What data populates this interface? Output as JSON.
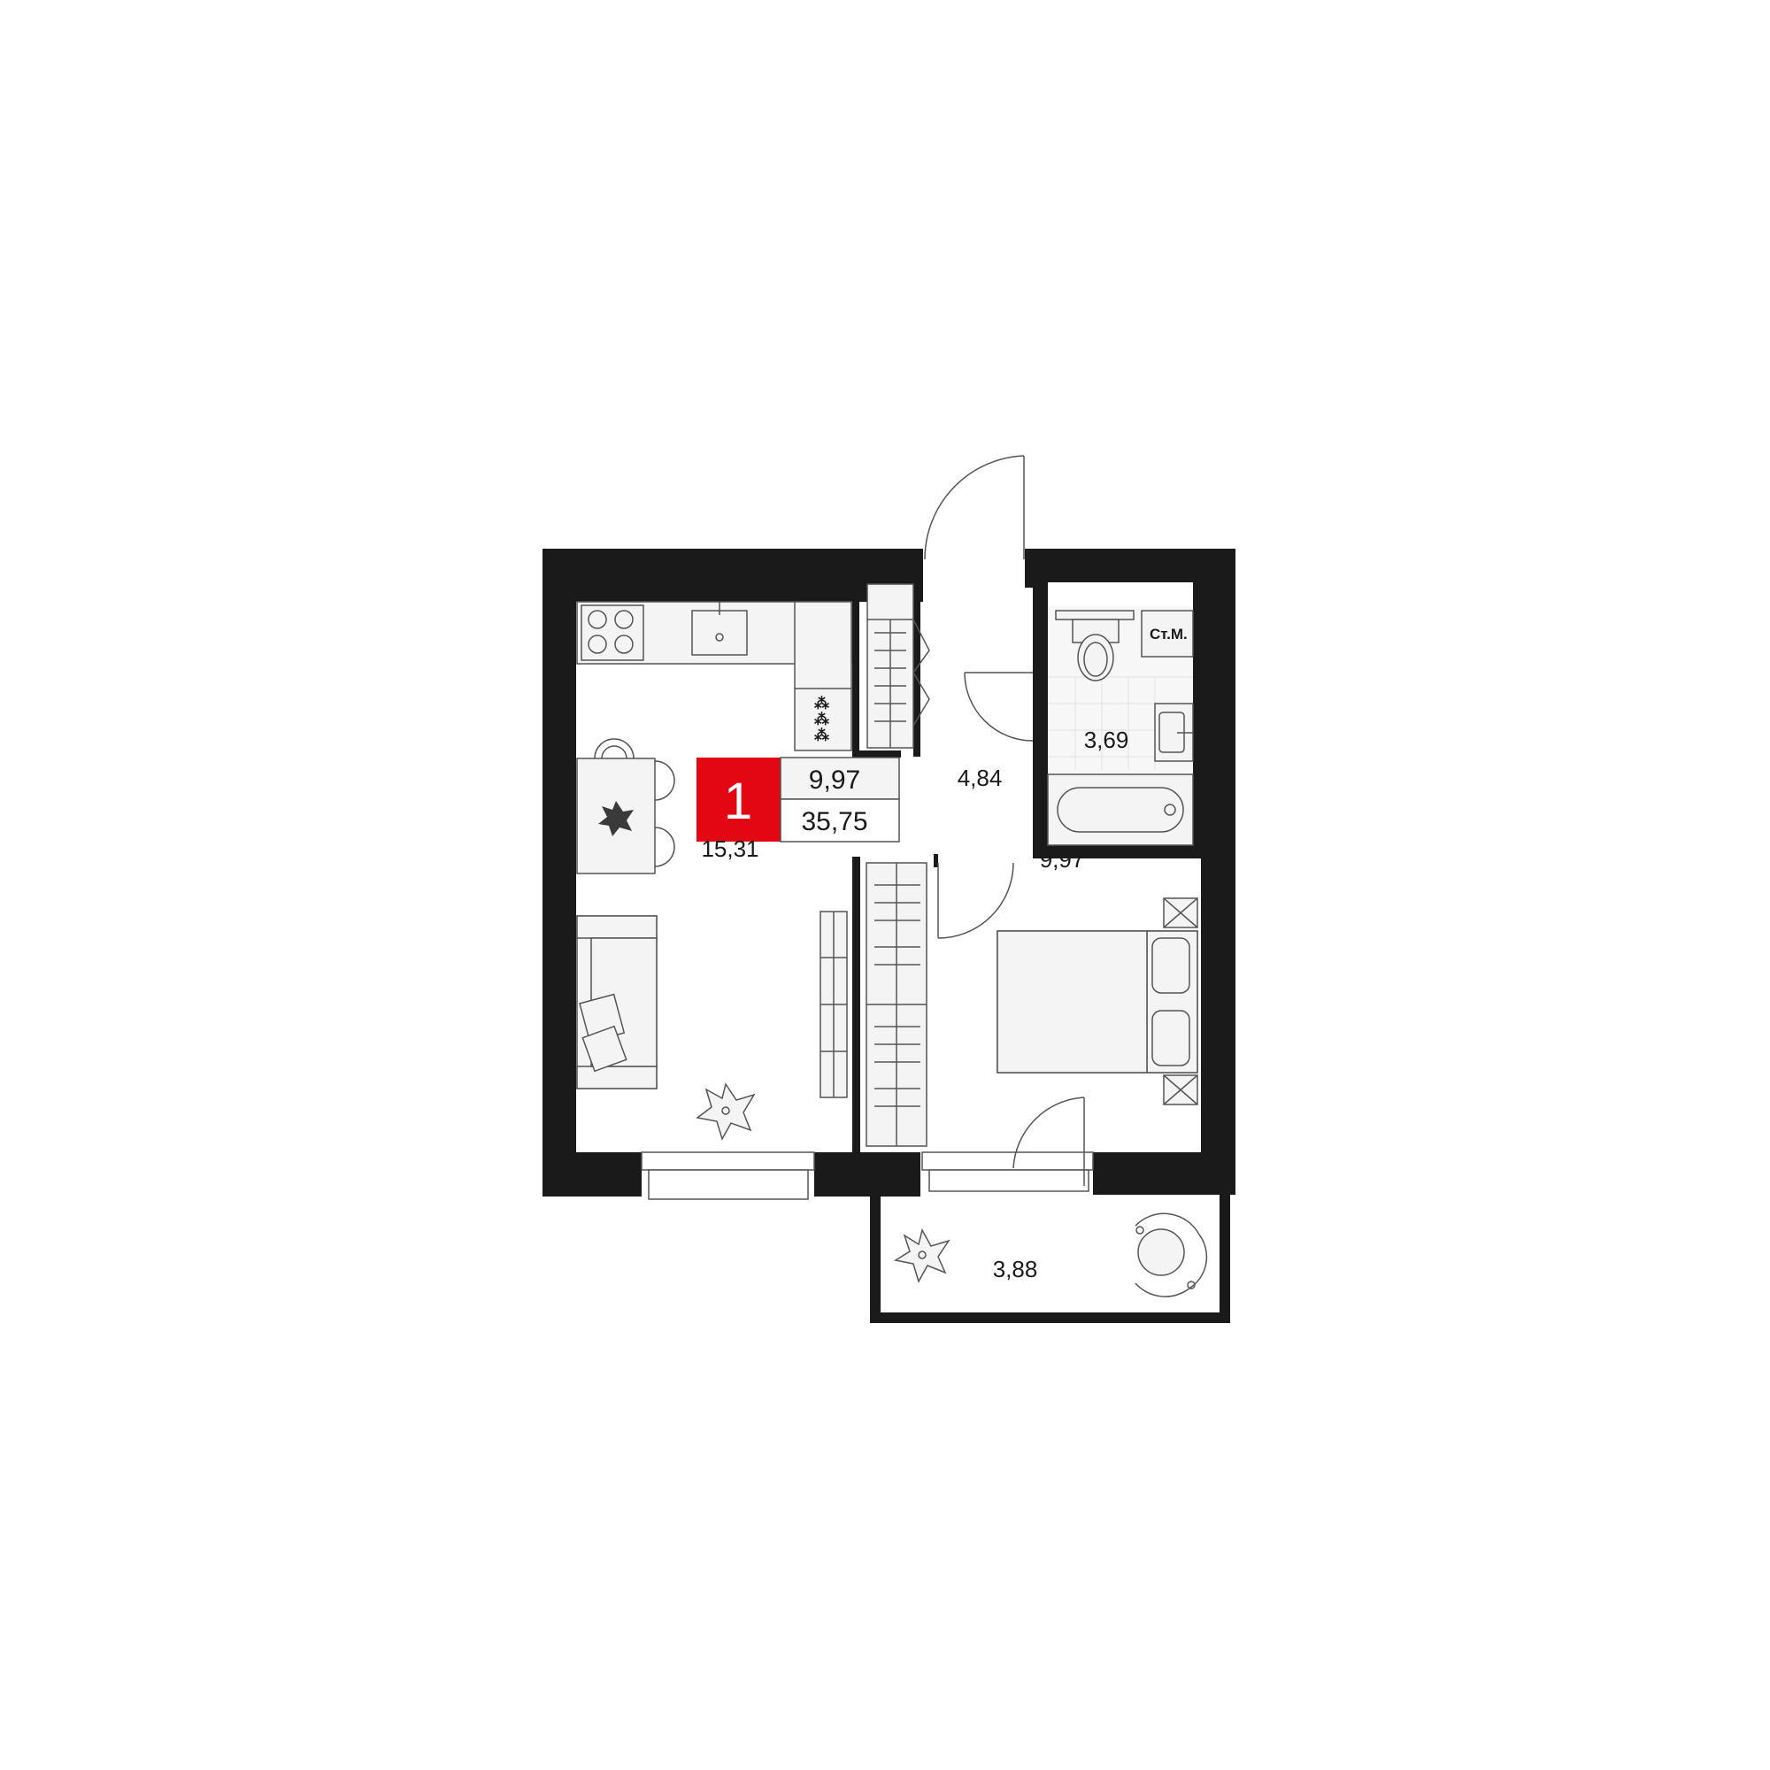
{
  "plan": {
    "rooms_count_badge": "1",
    "summary": {
      "living_area": "9,97",
      "total_area": "35,75"
    },
    "rooms": {
      "kitchen_living": "15,31",
      "hallway": "4,84",
      "bathroom": "3,69",
      "bedroom": "9,97",
      "balcony": "3,88"
    },
    "washing_machine_label": "Ст.М."
  },
  "colors": {
    "accent": "#e30613",
    "wall": "#1a1a1a",
    "furniture_fill": "#f4f4f4"
  }
}
